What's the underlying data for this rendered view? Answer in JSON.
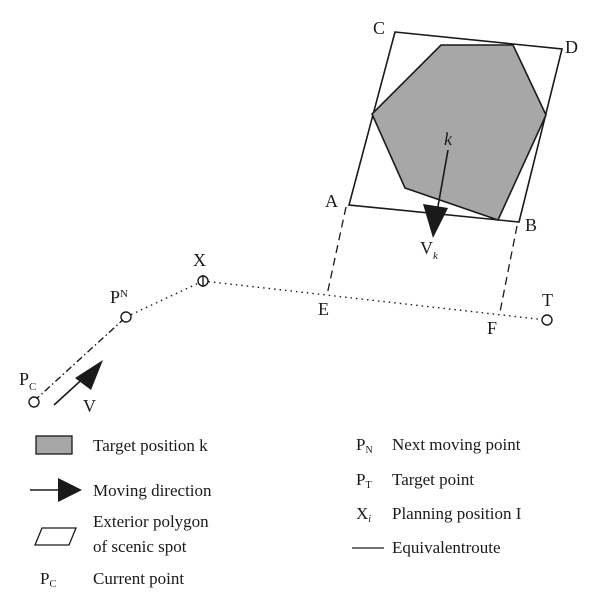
{
  "labels": {
    "C": "C",
    "D": "D",
    "A": "A",
    "B": "B",
    "k": "k",
    "Vk_main": "V",
    "Vk_sub": "k",
    "X": "X",
    "E": "E",
    "F": "F",
    "T": "T",
    "PN_main": "P",
    "PN_sub": "N",
    "PC_main": "P",
    "PC_sub": "C",
    "V": "V"
  },
  "legend": {
    "target_position": "Target position k",
    "moving_direction": "Moving direction",
    "exterior_polygon_line1": "Exterior polygon",
    "exterior_polygon_line2": "of scenic spot",
    "pc_symbol_main": "P",
    "pc_symbol_sub": "C",
    "current_point": "Current point",
    "pn_symbol_main": "P",
    "pn_symbol_sub": "N",
    "next_moving_point": "Next moving point",
    "pt_symbol_main": "P",
    "pt_symbol_sub": "T",
    "target_point": "Target point",
    "xi_symbol_main": "X",
    "xi_symbol_sub": "i",
    "planning_position": "Planning position I",
    "equivalent_route": "Equivalentroute"
  },
  "colors": {
    "ink": "#1a1a1a",
    "target_fill": "#a7a7a7"
  }
}
